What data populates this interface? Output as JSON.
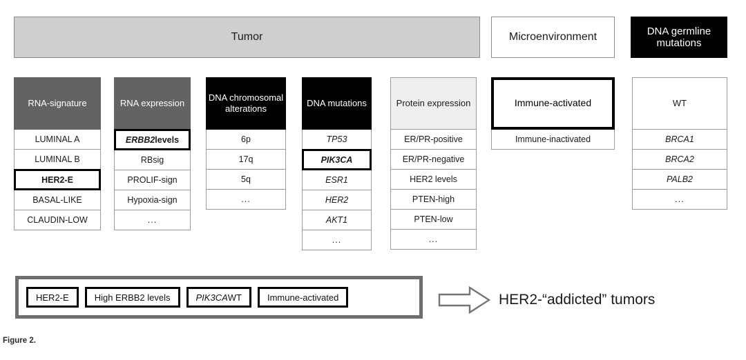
{
  "banners": [
    {
      "label": "Tumor",
      "style": "gray"
    },
    {
      "label": "Microenvironment",
      "style": "white"
    },
    {
      "label": "DNA germline mutations",
      "style": "black"
    }
  ],
  "columns": [
    {
      "header": "RNA-signature",
      "header_style": "dark-gray",
      "items": [
        {
          "label": "LUMINAL A",
          "italic": false,
          "highlighted": false
        },
        {
          "label": "LUMINAL B",
          "italic": false,
          "highlighted": false
        },
        {
          "label": "HER2-E",
          "italic": false,
          "highlighted": true
        },
        {
          "label": "BASAL-LIKE",
          "italic": false,
          "highlighted": false
        },
        {
          "label": "CLAUDIN-LOW",
          "italic": false,
          "highlighted": false
        }
      ]
    },
    {
      "header": "RNA expression",
      "header_style": "dark-gray",
      "items": [
        {
          "label": "ERBB2 levels",
          "italic": false,
          "highlighted": true,
          "italic_prefix": "ERBB2",
          "suffix": " levels"
        },
        {
          "label": "RBsig",
          "italic": false,
          "highlighted": false
        },
        {
          "label": "PROLIF-sign",
          "italic": false,
          "highlighted": false
        },
        {
          "label": "Hypoxia-sign",
          "italic": false,
          "highlighted": false
        },
        {
          "label": "...",
          "italic": false,
          "highlighted": false
        }
      ]
    },
    {
      "header": "DNA chromosomal alterations",
      "header_style": "black",
      "items": [
        {
          "label": "6p",
          "italic": false,
          "highlighted": false
        },
        {
          "label": "17q",
          "italic": false,
          "highlighted": false
        },
        {
          "label": "5q",
          "italic": false,
          "highlighted": false
        },
        {
          "label": "...",
          "italic": false,
          "highlighted": false
        }
      ]
    },
    {
      "header": "DNA mutations",
      "header_style": "black",
      "items": [
        {
          "label": "TP53",
          "italic": true,
          "highlighted": false
        },
        {
          "label": "PIK3CA",
          "italic": true,
          "highlighted": true
        },
        {
          "label": "ESR1",
          "italic": true,
          "highlighted": false
        },
        {
          "label": "HER2",
          "italic": true,
          "highlighted": false
        },
        {
          "label": "AKT1",
          "italic": true,
          "highlighted": false
        },
        {
          "label": "...",
          "italic": false,
          "highlighted": false
        }
      ]
    },
    {
      "header": "Protein expression",
      "header_style": "light-gray",
      "items": [
        {
          "label": "ER/PR-positive",
          "italic": false,
          "highlighted": false
        },
        {
          "label": "ER/PR-negative",
          "italic": false,
          "highlighted": false
        },
        {
          "label": "HER2 levels",
          "italic": false,
          "highlighted": false
        },
        {
          "label": "PTEN-high",
          "italic": false,
          "highlighted": false
        },
        {
          "label": "PTEN-low",
          "italic": false,
          "highlighted": false
        },
        {
          "label": "...",
          "italic": false,
          "highlighted": false
        }
      ]
    },
    {
      "header": "Immune-activated",
      "header_style": "thick-outline",
      "items": [
        {
          "label": "Immune-inactivated",
          "italic": false,
          "highlighted": false
        }
      ]
    },
    {
      "header": "WT",
      "header_style": "white",
      "items": [
        {
          "label": "BRCA1",
          "italic": true,
          "highlighted": false
        },
        {
          "label": "BRCA2",
          "italic": true,
          "highlighted": false
        },
        {
          "label": "PALB2",
          "italic": true,
          "highlighted": false
        },
        {
          "label": "...",
          "italic": false,
          "highlighted": false
        }
      ]
    }
  ],
  "summary": {
    "chips": [
      {
        "text": "HER2-E",
        "gene": "",
        "tail": ""
      },
      {
        "text": "High ERBB2 levels",
        "gene": "",
        "tail": ""
      },
      {
        "text": "",
        "gene": "PIK3CA",
        "tail": " WT"
      },
      {
        "text": "Immune-activated",
        "gene": "",
        "tail": ""
      }
    ],
    "conclusion": "HER2-“addicted” tumors"
  },
  "figure_caption": "Figure 2.",
  "colors": {
    "banner_gray": "#cfcfcf",
    "header_dark_gray": "#636363",
    "header_black": "#000000",
    "header_light_gray": "#efefef",
    "highlight_border": "#000000",
    "summary_border": "#6e6e6e",
    "cell_border": "#9a9a9a"
  }
}
